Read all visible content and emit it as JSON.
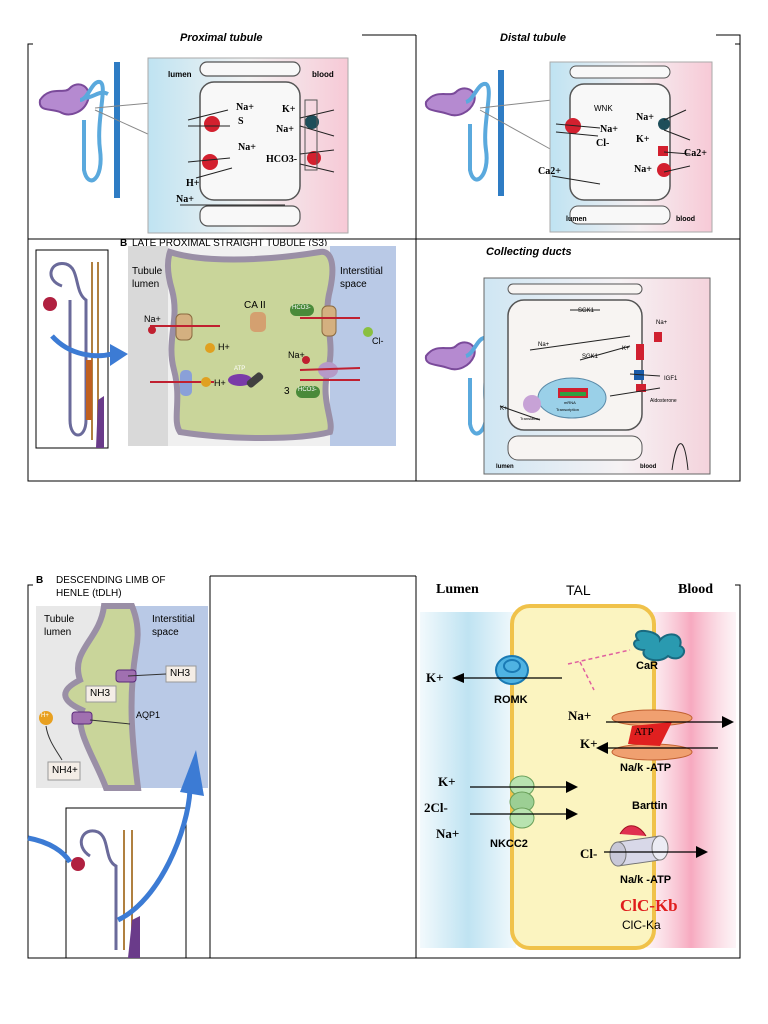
{
  "panels": {
    "proximal": {
      "title": "Proximal tubule",
      "lumen": "lumen",
      "blood": "blood",
      "na1": "Na+",
      "s": "S",
      "na2": "Na+",
      "h": "H+",
      "na3": "Na+",
      "k": "K+",
      "na4": "Na+",
      "hco3": "HCO3-"
    },
    "distal": {
      "title": "Distal tubule",
      "wnk": "WNK",
      "na": "Na+",
      "cl": "Cl-",
      "ca_left": "Ca2+",
      "na_r1": "Na+",
      "k": "K+",
      "ca_r": "Ca2+",
      "na_r2": "Na+",
      "lumen": "lumen",
      "blood": "blood"
    },
    "s3": {
      "header_b": "B",
      "header": "LATE PROXIMAL STRAIGHT TUBULE (S3)",
      "tubule_lumen_1": "Tubule",
      "tubule_lumen_2": "lumen",
      "interstitial_1": "Interstitial",
      "interstitial_2": "space",
      "na": "Na+",
      "caii": "CA II",
      "h1": "H+",
      "h2": "H+",
      "atp": "ATP",
      "hco3": "HCO3-",
      "cl": "Cl-",
      "na2": "Na+",
      "three": "3",
      "hco3b": "HCO3-"
    },
    "collecting": {
      "title": "Collecting ducts",
      "sgk1a": "SGK1",
      "sgk1b": "SGK1",
      "na1": "Na+",
      "na2": "Na+",
      "k1": "K+",
      "k2": "K+",
      "igf1": "IGF1",
      "aldosterone": "Aldosterone",
      "translation": "Translation",
      "mrna": "mRNA",
      "transcription": "Transcription",
      "lumen": "lumen",
      "blood": "blood"
    },
    "tdlh": {
      "header_b": "B",
      "header_1": "DESCENDING LIMB OF",
      "header_2": "HENLE (tDLH)",
      "tubule_lumen_1": "Tubule",
      "tubule_lumen_2": "lumen",
      "interstitial_1": "Interstitial",
      "interstitial_2": "space",
      "nh3_cell": "NH3",
      "nh3_inter": "NH3",
      "aqp1": "AQP1",
      "h": "H+",
      "nh4": "NH4+"
    },
    "tal": {
      "lumen": "Lumen",
      "tal": "TAL",
      "blood": "Blood",
      "k_out": "K+",
      "romk": "ROMK",
      "car": "CaR",
      "na": "Na+",
      "k": "K+",
      "atp": "ATP",
      "naka1": "Na/k -ATP",
      "k_in": "K+",
      "cl2": "2Cl-",
      "na_in": "Na+",
      "nkcc2": "NKCC2",
      "barttin": "Barttin",
      "cl": "Cl-",
      "naka2": "Na/k -ATP",
      "clckb": "ClC-Kb",
      "clcka": "ClC-Ka"
    }
  },
  "colors": {
    "lumen_blue": "#bfe3f2",
    "blood_pink": "#f7c9d6",
    "cell_green": "#c9d59a",
    "interstitial_blue": "#b9c9e6",
    "membrane_gray": "#9a8fa6",
    "tal_yellow": "#fbf4c0",
    "tal_border": "#f0c24a",
    "clckb_red": "#e01d1d"
  }
}
